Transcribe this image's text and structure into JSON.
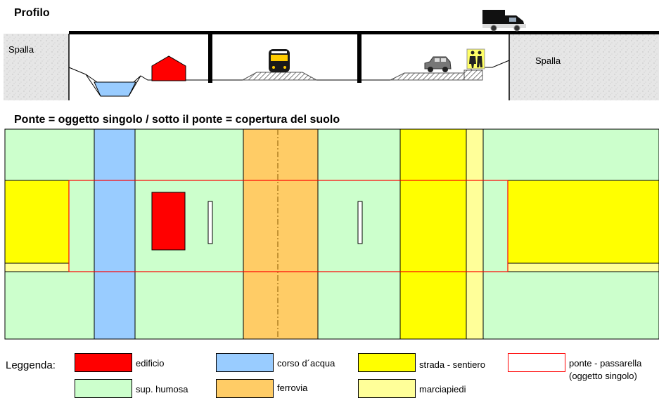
{
  "profile": {
    "title": "Profilo",
    "left_abutment": "Spalla",
    "right_abutment": "Spalla"
  },
  "plan": {
    "title": "Ponte = oggetto singolo / sotto il ponte = copertura del suolo"
  },
  "legend": {
    "heading": "Leggenda:",
    "items": [
      {
        "label": "edificio",
        "color": "#ff0000"
      },
      {
        "label": "corso d´acqua",
        "color": "#99ccff"
      },
      {
        "label": "strada - sentiero",
        "color": "#ffff00"
      },
      {
        "label": "ponte - passarella",
        "sublabel": "(oggetto singolo)",
        "color": "#ff0000"
      },
      {
        "label": "sup. humosa",
        "color": "#ccffcc"
      },
      {
        "label": "ferrovia",
        "color": "#ffcc66"
      },
      {
        "label": "marciapiedi",
        "color": "#ffff99"
      }
    ]
  },
  "colors": {
    "green": "#ccffcc",
    "water": "#99ccff",
    "rail": "#ffcc66",
    "road": "#ffff00",
    "sidewalk": "#ffff99",
    "building": "#ff0000",
    "bridge_outline": "#ff0000",
    "abutment": "#e8e8e8"
  },
  "icons": [
    "truck-icon",
    "house-icon",
    "train-icon",
    "car-icon",
    "pedestrians-icon"
  ]
}
